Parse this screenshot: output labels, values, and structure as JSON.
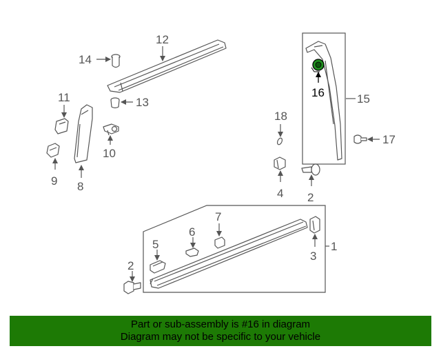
{
  "callouts": {
    "c1": "1",
    "c2a": "2",
    "c2b": "2",
    "c3": "3",
    "c4": "4",
    "c5": "5",
    "c6": "6",
    "c7": "7",
    "c8": "8",
    "c9": "9",
    "c10": "10",
    "c11": "11",
    "c12": "12",
    "c13": "13",
    "c14": "14",
    "c15": "15",
    "c16": "16",
    "c17": "17",
    "c18": "18"
  },
  "highlight_part": "16",
  "colors": {
    "banner_bg": "#1d7a05",
    "highlight_part": "#1f8f1f",
    "line": "#555555"
  },
  "banner": {
    "line1": "Part or sub-assembly is #16 in diagram",
    "line2": "Diagram may not be specific to your vehicle"
  }
}
